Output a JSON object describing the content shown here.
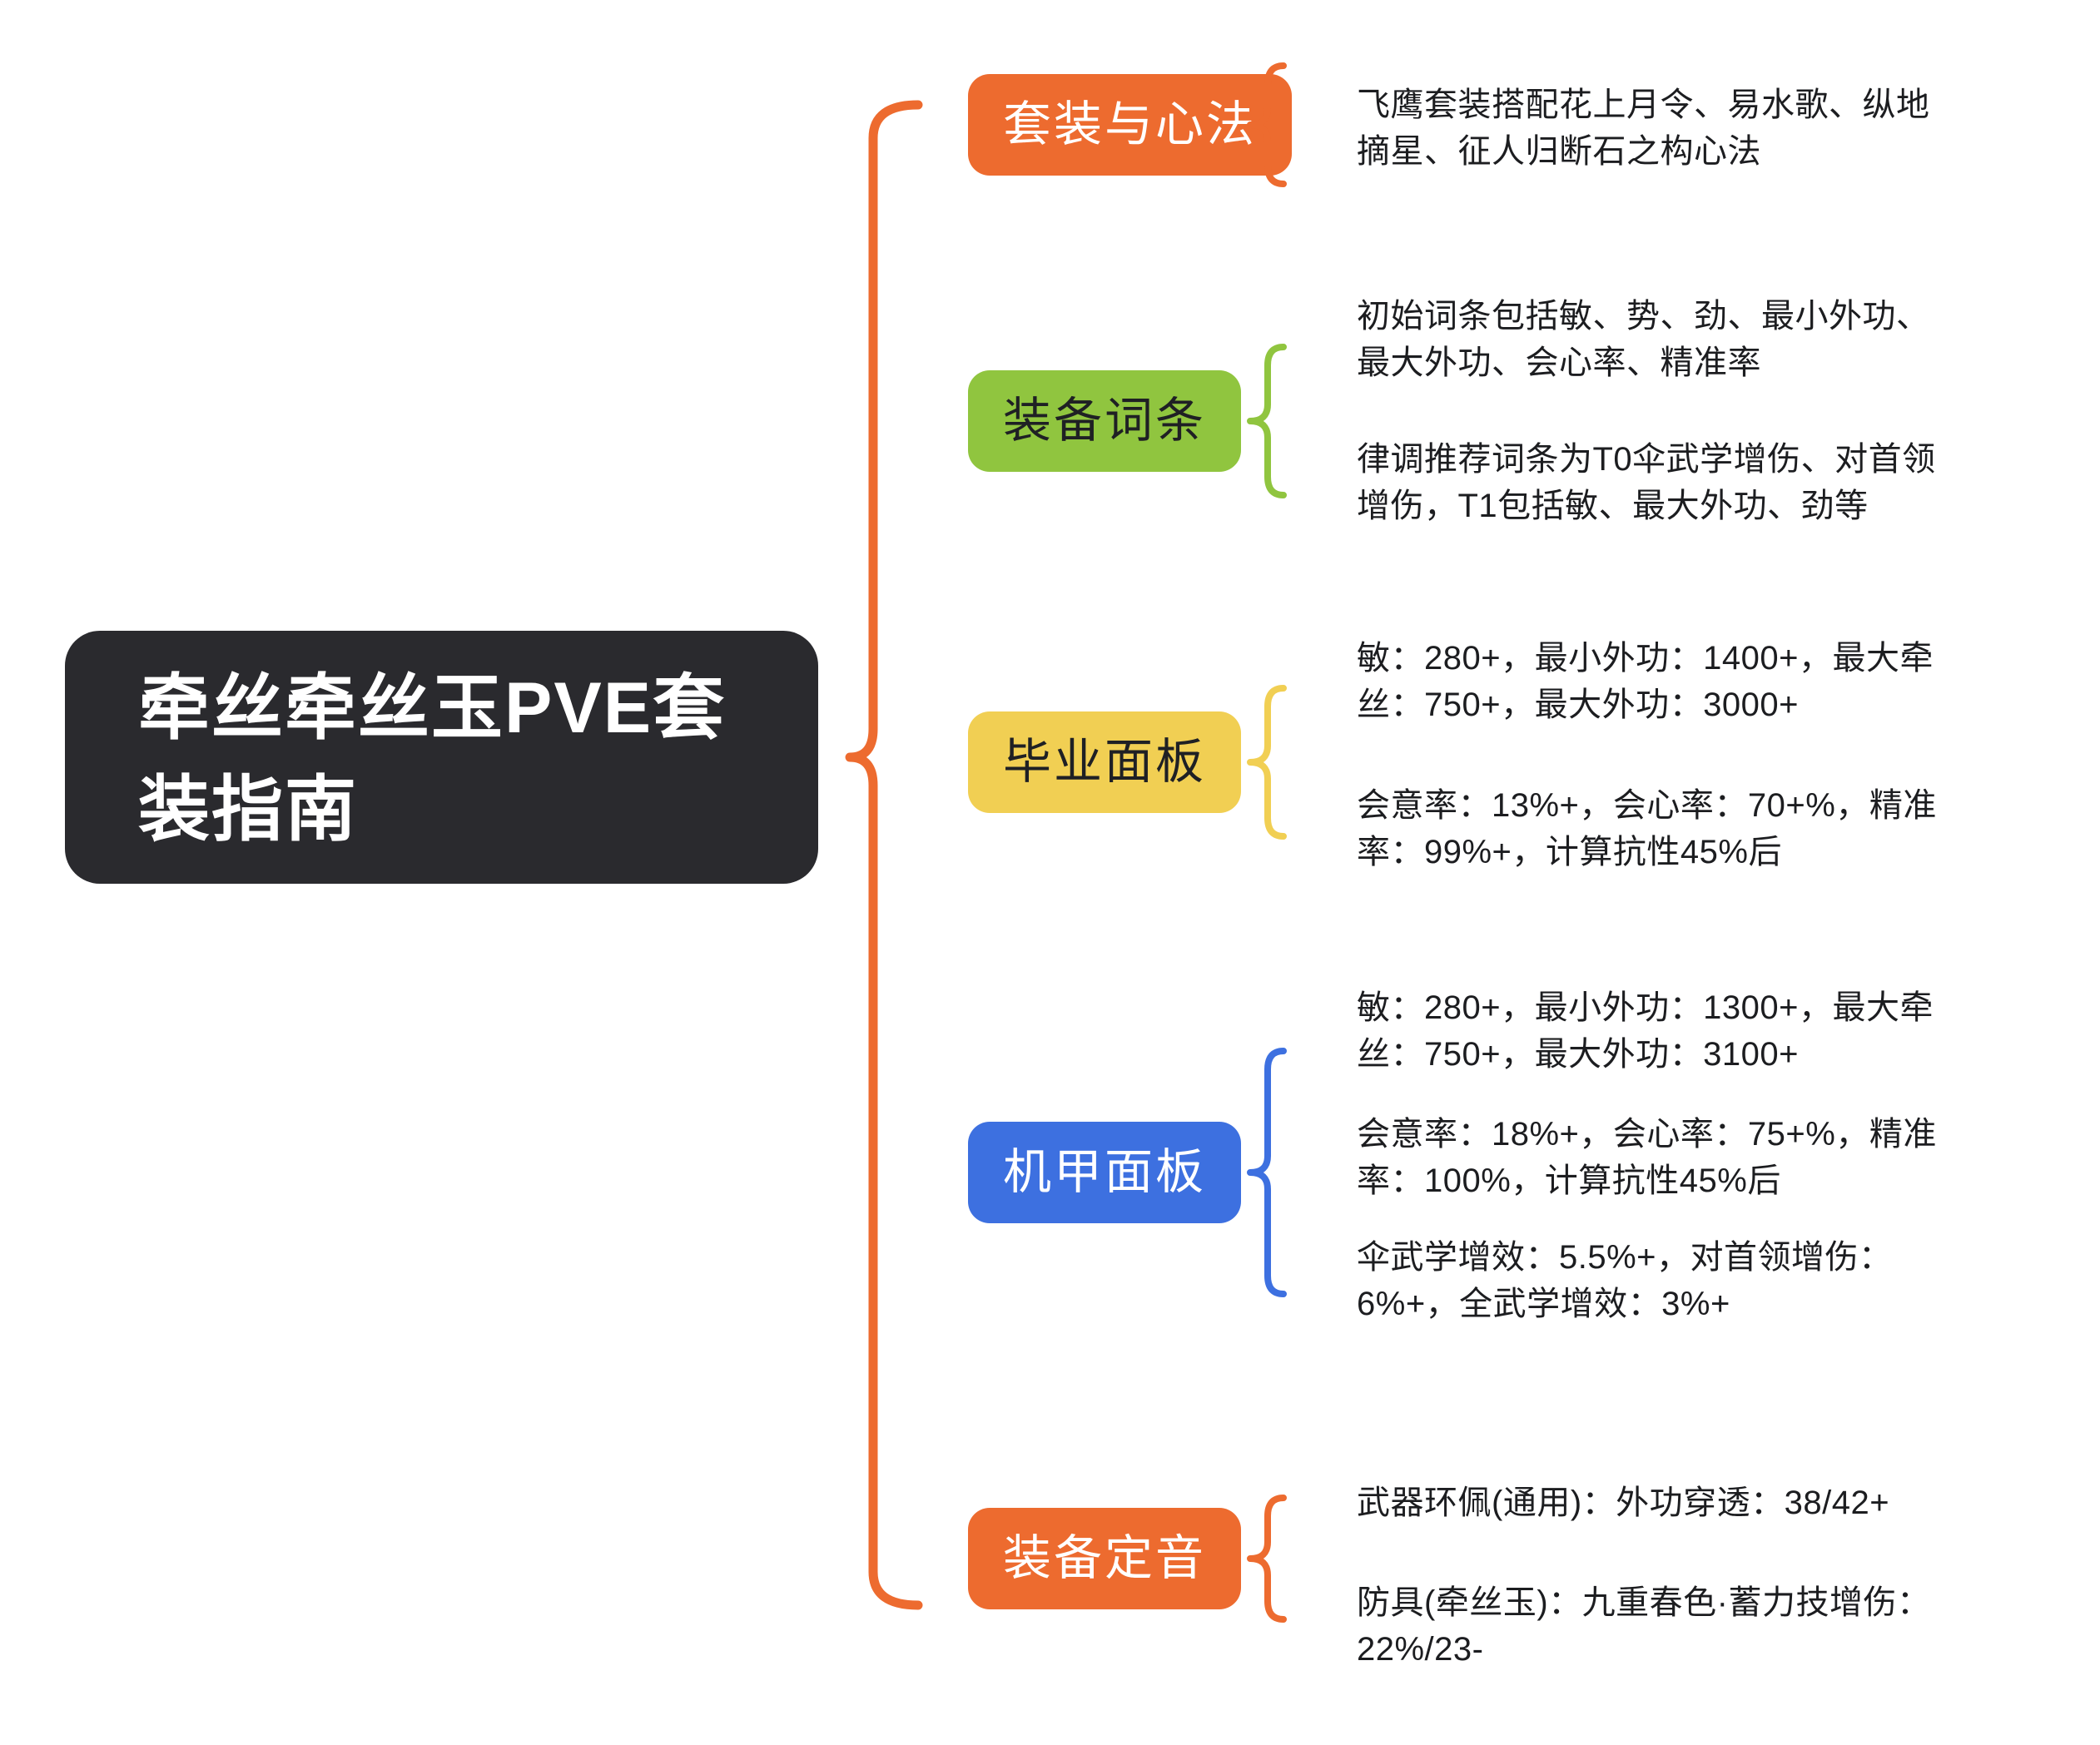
{
  "background": "#FFFFFF",
  "body_text_color": "#1C1D20",
  "central": {
    "title": "牵丝牵丝玉PVE套\n装指南",
    "bg": "#2A2A2E",
    "text_color": "#FFFFFF"
  },
  "root_connector_color": "#ED6B2F",
  "branches": [
    {
      "label": "套装与心法",
      "color": "#ED6B2F",
      "label_color": "#FFFFFF",
      "blocks": [
        "飞鹰套装搭配花上月令、易水歌、纵地\n摘星、征人归断石之构心法"
      ]
    },
    {
      "label": "装备词条",
      "color": "#90C53F",
      "label_color": "#1F2024",
      "blocks": [
        "初始词条包括敏、势、劲、最小外功、\n最大外功、会心率、精准率",
        "律调推荐词条为T0伞武学增伤、对首领\n增伤，T1包括敏、最大外功、劲等"
      ]
    },
    {
      "label": "毕业面板",
      "color": "#F1CF53",
      "label_color": "#1F2024",
      "blocks": [
        "敏：280+，最小外功：1400+，最大牵\n丝：750+，最大外功：3000+",
        "会意率：13%+，会心率：70+%，精准\n率：99%+，计算抗性45%后"
      ]
    },
    {
      "label": "机甲面板",
      "color": "#3D70E0",
      "label_color": "#FFFFFF",
      "blocks": [
        "敏：280+，最小外功：1300+，最大牵\n丝：750+，最大外功：3100+",
        "会意率：18%+，会心率：75+%，精准\n率：100%，计算抗性45%后",
        "伞武学增效：5.5%+，对首领增伤：\n6%+，全武学增效：3%+"
      ]
    },
    {
      "label": "装备定音",
      "color": "#ED6B2F",
      "label_color": "#FFFFFF",
      "blocks": [
        "武器环佩(通用)：外功穿透：38/42+",
        "防具(牵丝玉)：九重春色·蓄力技增伤：\n22%/23-"
      ]
    }
  ]
}
